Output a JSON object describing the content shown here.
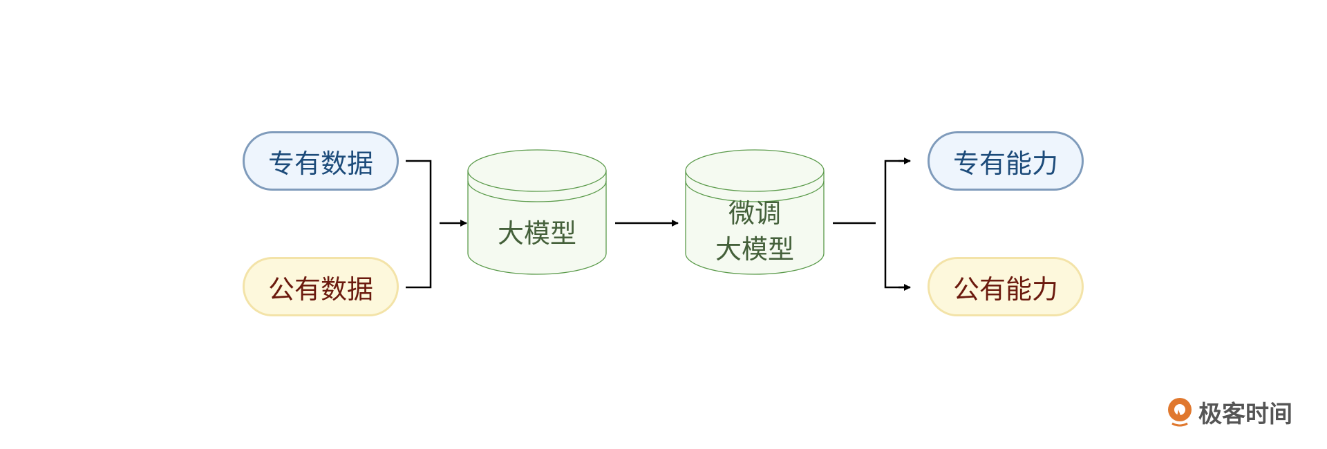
{
  "inputs": {
    "private_data": "专有数据",
    "public_data": "公有数据"
  },
  "models": {
    "base_model": "大模型",
    "finetuned_line1": "微调",
    "finetuned_line2": "大模型"
  },
  "outputs": {
    "private_ability": "专有能力",
    "public_ability": "公有能力"
  },
  "logo": {
    "text": "极客时间"
  },
  "colors": {
    "blue_fill": "#eef5fd",
    "blue_border": "#7f9bbb",
    "yellow_fill": "#fdf8dc",
    "yellow_border": "#f3e3a8",
    "cylinder_fill": "#f5faf1",
    "cylinder_stroke": "#5a9a4a",
    "logo_orange": "#e0782e"
  }
}
